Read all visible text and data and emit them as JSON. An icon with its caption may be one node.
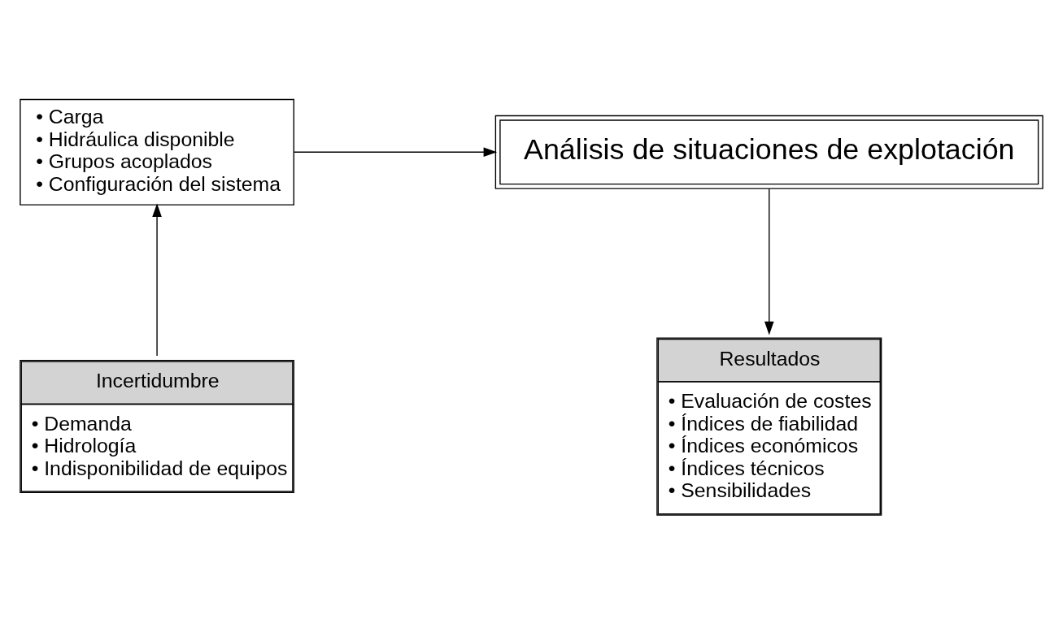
{
  "diagram": {
    "nodes": [
      {
        "text": [
          "• Carga",
          "• Hidráulica disponible",
          "• Grupos acoplados",
          "• Configuración del sistema"
        ]
      },
      {
        "text": [
          "Análisis de situaciones de explotación"
        ]
      },
      {
        "text": [
          "Incertidumbre",
          "• Demanda",
          "• Hidrología",
          "• Indisponibilidad de equipos"
        ]
      },
      {
        "text": [
          "Resultados",
          "• Evaluación de costes",
          "• Índices de fiabilidad",
          "• Índices económicos",
          "• Índices técnicos",
          "• Sensibilidades"
        ]
      }
    ],
    "edges": [
      {
        "from": 2,
        "to": 0,
        "arrow": "to"
      },
      {
        "from": 0,
        "to": 1,
        "arrow": "to"
      },
      {
        "from": 1,
        "to": 3,
        "arrow": "to"
      }
    ]
  }
}
